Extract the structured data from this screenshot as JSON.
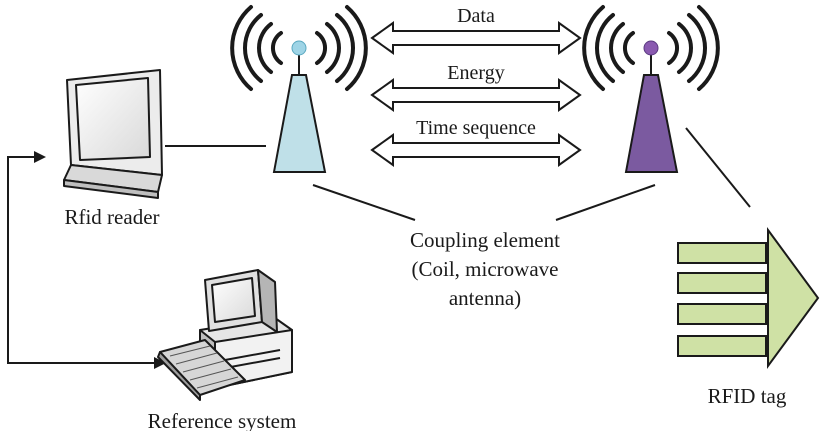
{
  "labels": {
    "reader": "Rfid reader",
    "reference": "Reference system",
    "tag": "RFID tag",
    "coupling_line1": "Coupling element",
    "coupling_line2": "(Coil, microwave",
    "coupling_line3": "antenna)"
  },
  "arrows": [
    {
      "label": "Data"
    },
    {
      "label": "Energy"
    },
    {
      "label": "Time sequence"
    }
  ],
  "colors": {
    "reader_antenna": "#bfe0e8",
    "reader_antenna_dot": "#9ed4e6",
    "tag_antenna": "#7b5aa0",
    "tag_antenna_dot": "#8a5ab0",
    "tag_body": "#cfe1a5",
    "line": "#1a1a1a"
  },
  "icons": {
    "reader": "monitor-icon",
    "reference": "desktop-computer-icon",
    "reader_antenna": "broadcast-antenna-icon",
    "tag_antenna": "broadcast-antenna-icon",
    "tag": "rfid-tag-icon"
  }
}
